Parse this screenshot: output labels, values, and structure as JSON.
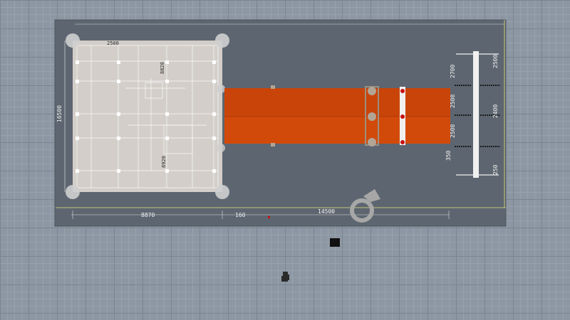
{
  "viewport": {
    "background_color": "#8d97a3",
    "grid_color": "#7b8591"
  },
  "workspace_panel": {
    "color": "#5d6670"
  },
  "drawing_sheet": {
    "color": "#d9d4cd",
    "grid_labels": [
      "8820",
      "8920"
    ],
    "side_dimension": "16500",
    "top_label": "2500"
  },
  "corner_handles": {
    "color": "#cfcfcf"
  },
  "conveyor": {
    "color": "#d24a0a",
    "top_color": "#c94408"
  },
  "rack": {
    "color": "#f0f0f0",
    "dimensions": [
      "2700",
      "2500",
      "2500",
      "2400",
      "2500",
      "250",
      "350"
    ]
  },
  "bottom_dimensions": {
    "left": "8870",
    "middle": "160",
    "right": "14500"
  },
  "tool_marker": {
    "color": "#a7a7a7"
  },
  "accent_red": "#c81010"
}
